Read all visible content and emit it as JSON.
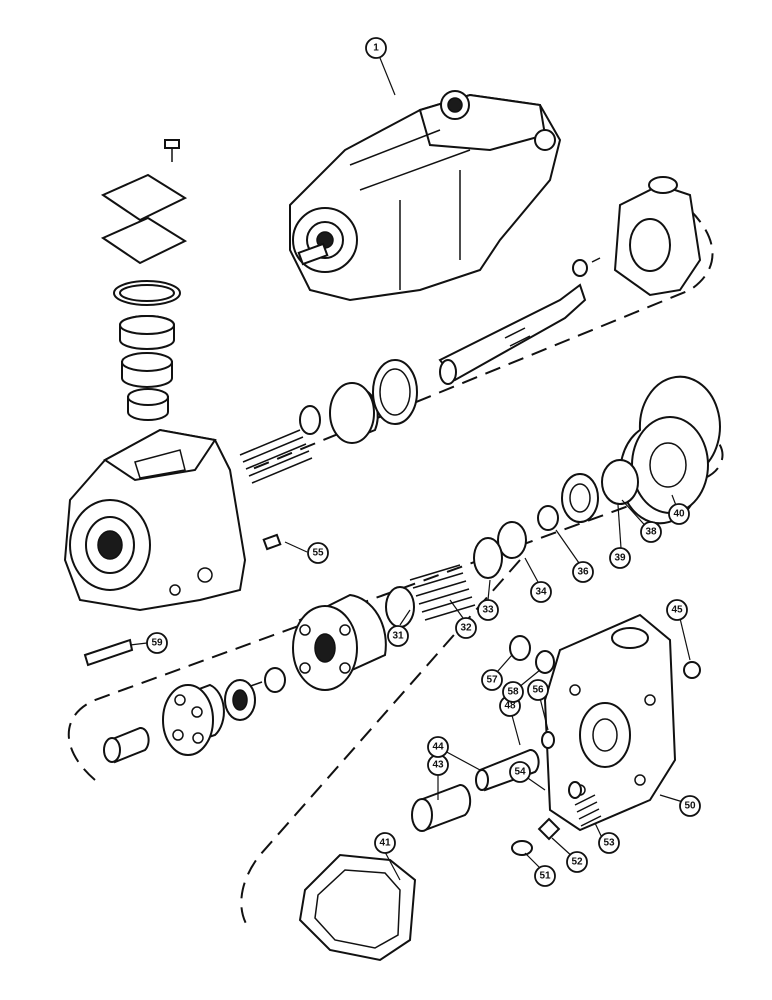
{
  "callouts": {
    "c1": "1",
    "c31": "31",
    "c32": "32",
    "c33": "33",
    "c34": "34",
    "c36": "36",
    "c38": "38",
    "c39": "39",
    "c40": "40",
    "c41": "41",
    "c43": "43",
    "c44": "44",
    "c45": "45",
    "c48": "48",
    "c50": "50",
    "c51": "51",
    "c52": "52",
    "c53": "53",
    "c54": "54",
    "c55": "55",
    "c56": "56",
    "c57": "57",
    "c58": "58",
    "c59": "59"
  }
}
